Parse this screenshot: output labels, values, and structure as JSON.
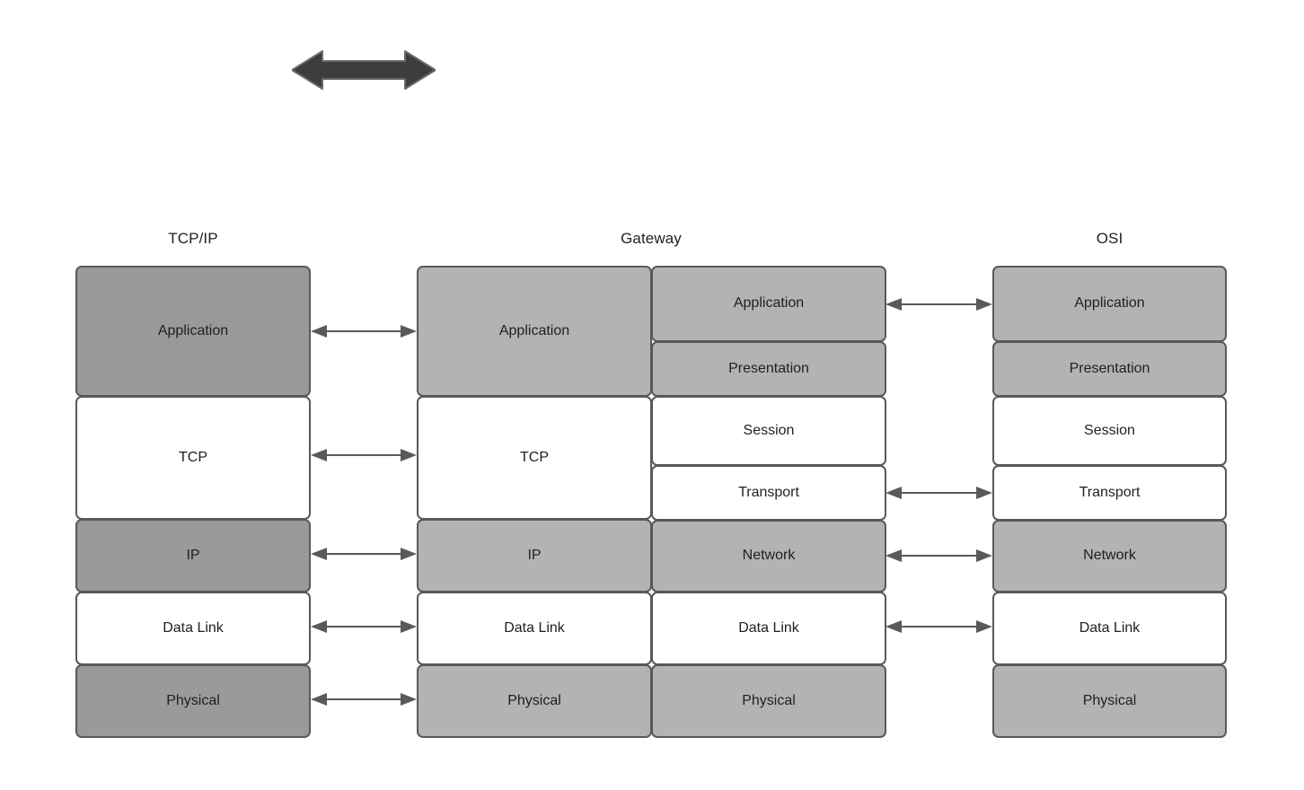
{
  "diagram": {
    "title_bar_arrow": "bidirectional-block-arrow",
    "background_color": "#ffffff",
    "stroke_color": "#595959",
    "text_color": "#1f1f1f",
    "fill_white": "#ffffff",
    "fill_gray": "#b3b3b3",
    "fill_dark_gray": "#9a9a9a"
  },
  "columns": {
    "tcpip": {
      "header": "TCP/IP",
      "layers": [
        {
          "label": "Application",
          "fill": "dgray"
        },
        {
          "label": "TCP",
          "fill": "white"
        },
        {
          "label": "IP",
          "fill": "dgray"
        },
        {
          "label": "Data Link",
          "fill": "white"
        },
        {
          "label": "Physical",
          "fill": "dgray"
        }
      ]
    },
    "gateway": {
      "header": "Gateway",
      "left_layers": [
        {
          "label": "Application",
          "fill": "gray"
        },
        {
          "label": "TCP",
          "fill": "white"
        },
        {
          "label": "IP",
          "fill": "gray"
        },
        {
          "label": "Data Link",
          "fill": "white"
        },
        {
          "label": "Physical",
          "fill": "gray"
        }
      ],
      "right_layers": [
        {
          "label": "Application",
          "fill": "gray"
        },
        {
          "label": "Presentation",
          "fill": "gray"
        },
        {
          "label": "Session",
          "fill": "white"
        },
        {
          "label": "Transport",
          "fill": "white"
        },
        {
          "label": "Network",
          "fill": "gray"
        },
        {
          "label": "Data Link",
          "fill": "white"
        },
        {
          "label": "Physical",
          "fill": "gray"
        }
      ]
    },
    "osi": {
      "header": "OSI",
      "layers": [
        {
          "label": "Application",
          "fill": "gray"
        },
        {
          "label": "Presentation",
          "fill": "gray"
        },
        {
          "label": "Session",
          "fill": "white"
        },
        {
          "label": "Transport",
          "fill": "white"
        },
        {
          "label": "Network",
          "fill": "gray"
        },
        {
          "label": "Data Link",
          "fill": "white"
        },
        {
          "label": "Physical",
          "fill": "gray"
        }
      ]
    }
  },
  "connectors": {
    "tcpip_to_gateway": [
      {
        "from": "Application",
        "to": "Application"
      },
      {
        "from": "TCP",
        "to": "TCP"
      },
      {
        "from": "IP",
        "to": "IP"
      },
      {
        "from": "Data Link",
        "to": "Data Link"
      },
      {
        "from": "Physical",
        "to": "Physical"
      }
    ],
    "gateway_to_osi": [
      {
        "from": "Application",
        "to": "Application"
      },
      {
        "from": "Transport",
        "to": "Transport"
      },
      {
        "from": "Network",
        "to": "Network"
      },
      {
        "from": "Data Link",
        "to": "Data Link"
      }
    ]
  }
}
